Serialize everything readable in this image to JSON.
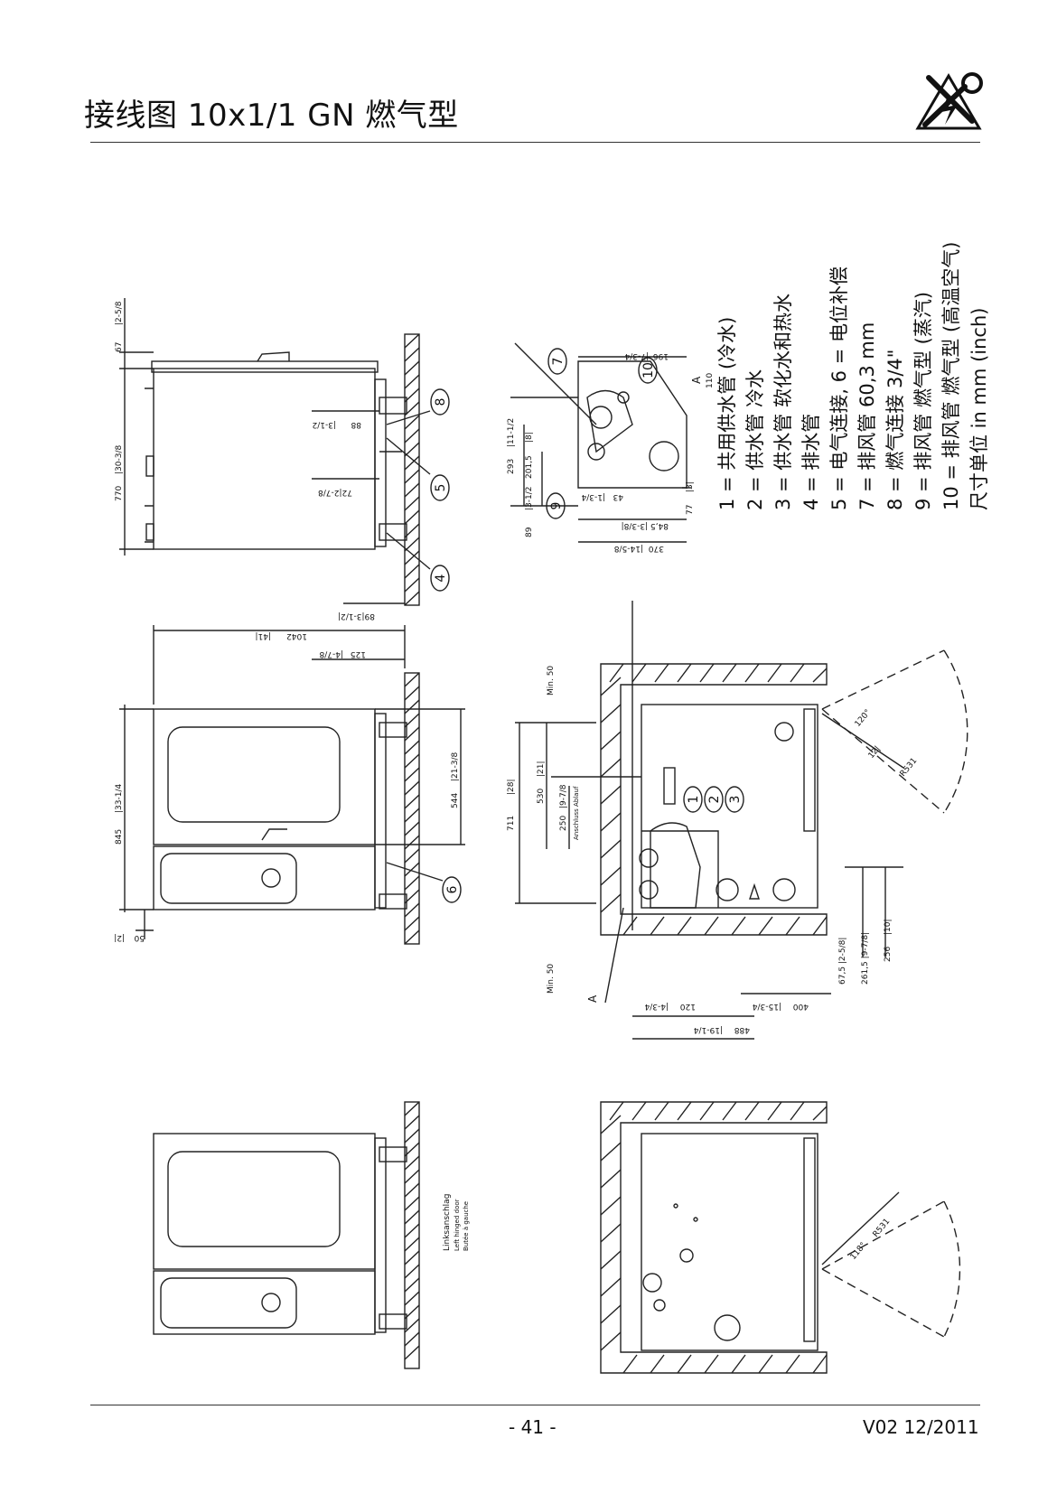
{
  "header": {
    "title": "接线图 10x1/1 GN 燃气型"
  },
  "icons": {
    "logo": "tools-warning-icon"
  },
  "legend": {
    "items": [
      "1 = 共用供水管 (冷水)",
      "2 = 供水管 冷水",
      "3 = 供水管 软化水和热水",
      "4 = 排水管",
      "5 = 电气连接, 6 = 电位补偿",
      "7 = 排风管 60,3 mm",
      "8 = 燃气连接 3/4\"",
      "9 = 排风管 燃气型 (蒸汽)",
      "10 = 排风管 燃气型 (高温空气)",
      "尺寸单位 in mm (inch)"
    ]
  },
  "callouts": {
    "c1": "1",
    "c2": "2",
    "c3": "3",
    "c4": "4",
    "c5": "5",
    "c6": "6",
    "c7": "7",
    "c8": "8",
    "c9": "9",
    "c10": "10"
  },
  "dims": {
    "d67": "67",
    "d2_5_8": "|2-5/8",
    "d770": "770",
    "d30_3_8": "|30-3/8",
    "d88": "88",
    "d3_1_2": "|3-1/2",
    "d72": "72|2-7/8",
    "d89": "89|3-1/2|",
    "d1042": "1042",
    "d41": "|41|",
    "d125": "125",
    "d4_7_8": "|4-7/8",
    "d845": "845",
    "d33_1_4": "|33-1/4",
    "d544": "544",
    "d21_3_8": "|21-3/8",
    "d50": "50",
    "d2": "|2|",
    "d196": "196",
    "d7_3_4": "|7-3/4",
    "d293": "293",
    "d11_1_2": "|11-1/2",
    "d201": "201,5",
    "d8": "|8|",
    "d3_1_2b": "|3-1/2",
    "d89b": "89",
    "d43": "43",
    "d1_3_4": "|1-3/4",
    "d84": "84,5 |3-3/8|",
    "d370": "370",
    "d14_5_8": "|14-5/8",
    "d77": "77",
    "d3": "|3|",
    "dA": "A",
    "d110": "110",
    "dMin50": "Min. 50",
    "d711": "711",
    "d28": "|28|",
    "d530": "530",
    "d21": "|21|",
    "d250": "250",
    "d9_7_8": "|9-7/8",
    "d120": "120",
    "d4_3_4": "|4-3/4",
    "d400": "400",
    "d15_3_4": "|15-3/4",
    "d488": "488",
    "d19_1_4": "|19-1/4",
    "d256": "256",
    "d10": "|10|",
    "d67_5": "67,5 |2-5/8|",
    "d261": "261,5 |9-7/8|",
    "dR531": "R531",
    "dR531b": "R531",
    "d12": "12|",
    "d120b": "120°",
    "d118": "118°",
    "dAnschluss": "Anschluss Ablauf",
    "dLinks": "Linksanschlag",
    "dLeft": "Left hinged door",
    "dButee": "Butée à gauche"
  },
  "footer": {
    "page": "- 41 -",
    "version": "V02 12/2011"
  }
}
